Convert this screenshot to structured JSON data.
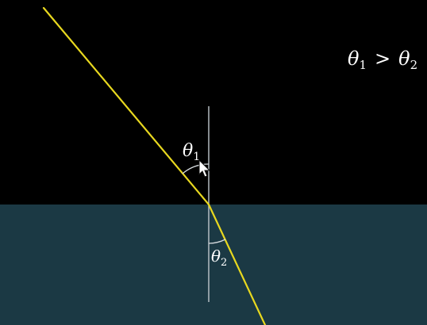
{
  "scene": {
    "medium_top_color": "#000000",
    "medium_bottom_color": "#1b3944",
    "ray_color": "#e8d81f",
    "normal_color": "#bfc7cc",
    "arc_color": "#d8dde0"
  },
  "labels": {
    "relation": {
      "left_symbol": "θ",
      "left_sub": "1",
      "operator": ">",
      "right_symbol": "θ",
      "right_sub": "2"
    },
    "theta1": {
      "symbol": "θ",
      "sub": "1"
    },
    "theta2": {
      "symbol": "θ",
      "sub": "2"
    }
  },
  "icons": {
    "cursor": "mouse-pointer-icon"
  }
}
